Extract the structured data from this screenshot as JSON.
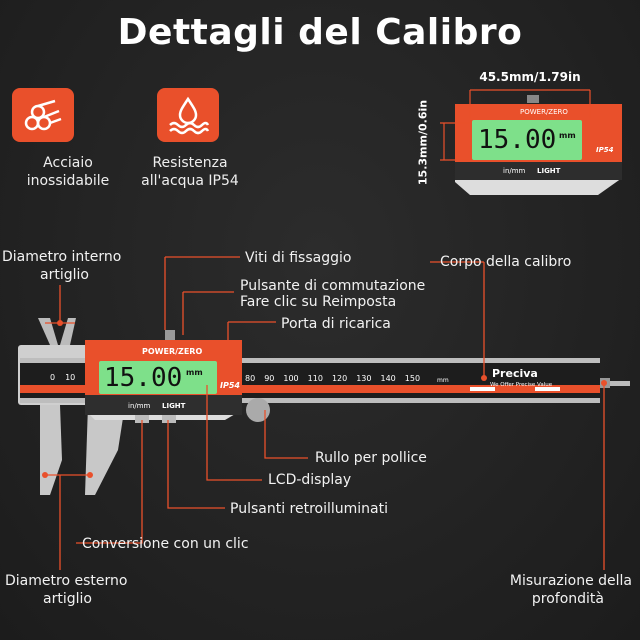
{
  "title": "Dettagli del Calibro",
  "features": [
    {
      "icon": "steel-rods-icon",
      "label_line1": "Acciaio",
      "label_line2": "inossidabile"
    },
    {
      "icon": "water-drop-icon",
      "label_line1": "Resistenza",
      "label_line2": "all'acqua IP54"
    }
  ],
  "display_dimensions": {
    "width": "45.5mm/1.79in",
    "height": "15.3mm/0.6in"
  },
  "display": {
    "reading": "15.00",
    "unit": "mm",
    "power_zero": "POWER/ZERO",
    "ip": "IP54",
    "in_mm": "in/mm",
    "light": "LIGHT"
  },
  "scale": {
    "left_ticks": [
      "0",
      "10"
    ],
    "right_ticks": [
      "80",
      "90",
      "100",
      "110",
      "120",
      "130",
      "140",
      "150"
    ],
    "unit_mm": "mm",
    "unit_in": "in"
  },
  "brand": {
    "name": "Preciva",
    "slogan": "We Offer Precise Value"
  },
  "labels": {
    "inner_jaw_1": "Diametro interno",
    "inner_jaw_2": "artiglio",
    "screws": "Viti di fissaggio",
    "switch_1": "Pulsante di commutazione",
    "switch_2": "Fare clic su Reimposta",
    "charging": "Porta di ricarica",
    "body": "Corpo della calibro",
    "roller": "Rullo per pollice",
    "lcd": "LCD-display",
    "backlight": "Pulsanti retroilluminati",
    "conversion": "Conversione con un clic",
    "outer_jaw_1": "Diametro esterno",
    "outer_jaw_2": "artiglio",
    "depth_1": "Misurazione della",
    "depth_2": "profondità"
  },
  "colors": {
    "accent": "#e9502b",
    "lcd": "#7ee08a",
    "background": "#242424"
  }
}
